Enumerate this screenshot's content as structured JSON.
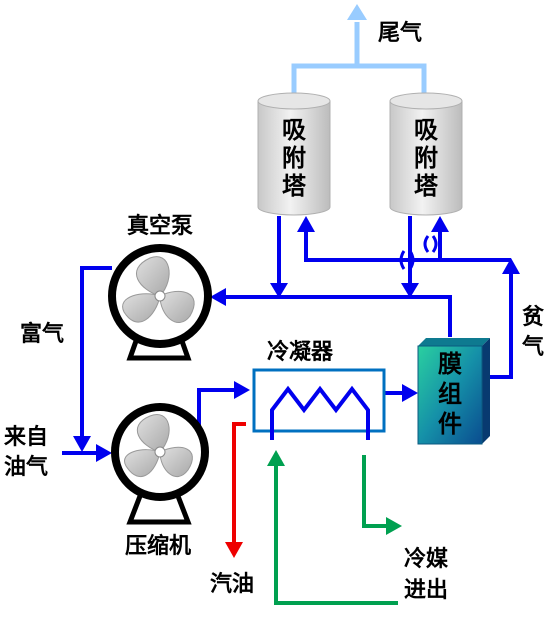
{
  "labels": {
    "tail_gas": "尾气",
    "vacuum_pump": "真空泵",
    "rich_gas": "富气",
    "from_oil_gas_1": "来自",
    "from_oil_gas_2": "油气",
    "compressor": "压缩机",
    "condenser": "冷凝器",
    "gasoline": "汽油",
    "refrigerant_1": "冷媒",
    "refrigerant_2": "进出",
    "lean_gas_1": "贫",
    "lean_gas_2": "气"
  },
  "tower_left": [
    "吸",
    "附",
    "塔"
  ],
  "tower_right": [
    "吸",
    "附",
    "塔"
  ],
  "membrane_module": [
    "膜",
    "组",
    "件"
  ],
  "colors": {
    "main_flow": "#0000ee",
    "tail_gas_flow": "#99ccff",
    "gasoline_flow": "#ee0000",
    "refrigerant_flow": "#00a050",
    "membrane_fill": "#1a9aa0"
  }
}
